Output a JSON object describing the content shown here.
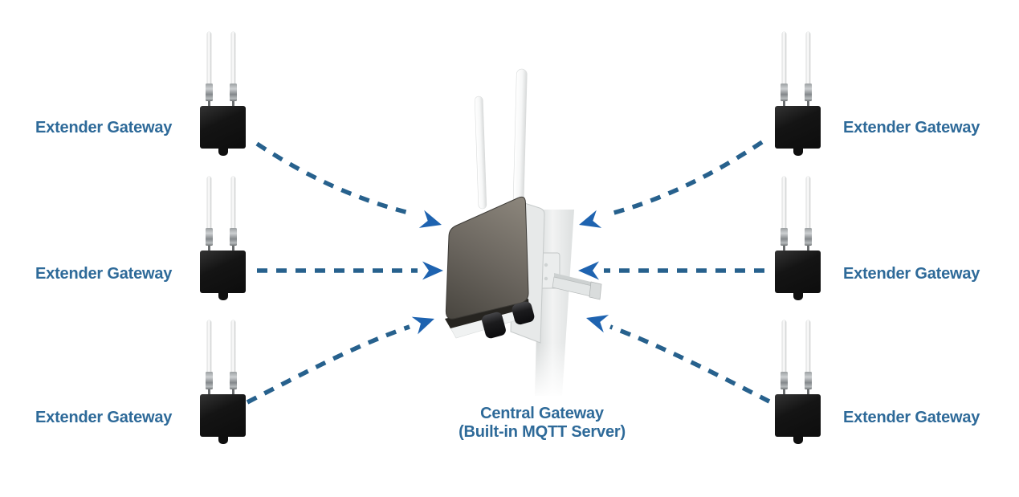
{
  "diagram": {
    "central_gateway": {
      "label_line1": "Central Gateway",
      "label_line2": "(Built-in MQTT Server)"
    },
    "extender_gateways": [
      {
        "id": "top-left",
        "label": "Extender Gateway"
      },
      {
        "id": "middle-left",
        "label": "Extender Gateway"
      },
      {
        "id": "bottom-left",
        "label": "Extender Gateway"
      },
      {
        "id": "top-right",
        "label": "Extender Gateway"
      },
      {
        "id": "middle-right",
        "label": "Extender Gateway"
      },
      {
        "id": "bottom-right",
        "label": "Extender Gateway"
      }
    ],
    "connections": [
      {
        "from": "top-left",
        "to": "central-gateway",
        "style": "dashed-arrow"
      },
      {
        "from": "middle-left",
        "to": "central-gateway",
        "style": "dashed-arrow"
      },
      {
        "from": "bottom-left",
        "to": "central-gateway",
        "style": "dashed-arrow"
      },
      {
        "from": "top-right",
        "to": "central-gateway",
        "style": "dashed-arrow"
      },
      {
        "from": "middle-right",
        "to": "central-gateway",
        "style": "dashed-arrow"
      },
      {
        "from": "bottom-right",
        "to": "central-gateway",
        "style": "dashed-arrow"
      }
    ],
    "colors": {
      "label_text": "#2E6A99",
      "arrow_dash": "#27618D",
      "arrow_head": "#1E63B0",
      "extender_body": "#131313",
      "central_panel": "#6B665F",
      "background": "#FFFFFF"
    }
  }
}
